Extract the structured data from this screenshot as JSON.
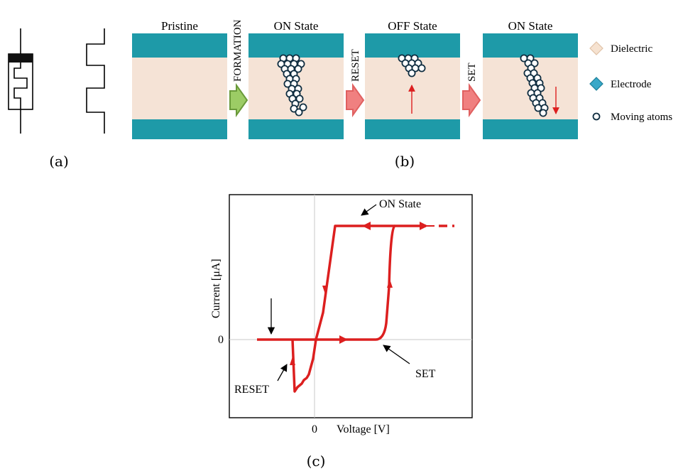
{
  "panel_labels": {
    "a": "(a)",
    "b": "(b)",
    "c": "(c)"
  },
  "states": [
    {
      "title": "Pristine"
    },
    {
      "title": "ON State"
    },
    {
      "title": "OFF State"
    },
    {
      "title": "ON State"
    }
  ],
  "transitions": [
    {
      "label": "FORMATION",
      "color": "#7ab648"
    },
    {
      "label": "RESET",
      "color": "#f08080"
    },
    {
      "label": "SET",
      "color": "#f08080"
    }
  ],
  "legend": [
    {
      "label": "Dielectric",
      "color": "#f6e2d0"
    },
    {
      "label": "Electrode",
      "color": "#39a8c8"
    },
    {
      "label": "Moving atoms",
      "color": "#ffffff"
    }
  ],
  "colors": {
    "electrode": "#1e9aa8",
    "dielectric": "#f5e3d6",
    "atom_stroke": "#0f2d40",
    "curve": "#dc1f1f"
  },
  "chart": {
    "ylabel": "Current [μA]",
    "xlabel": "Voltage [V]",
    "x_zero_label": "0",
    "y_zero_label": "0",
    "annotations": {
      "on_state": "ON State",
      "reset": "RESET",
      "set": "SET"
    }
  }
}
